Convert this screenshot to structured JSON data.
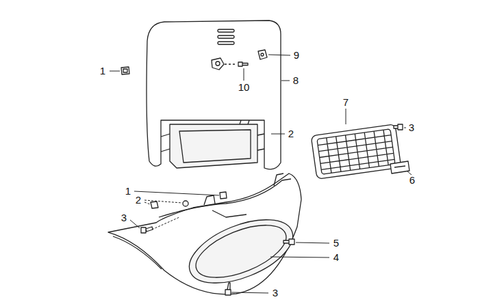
{
  "diagram": {
    "labels": [
      "1",
      "9",
      "10",
      "8",
      "7",
      "2",
      "3",
      "6",
      "1",
      "2",
      "3",
      "5",
      "4",
      "3"
    ]
  }
}
